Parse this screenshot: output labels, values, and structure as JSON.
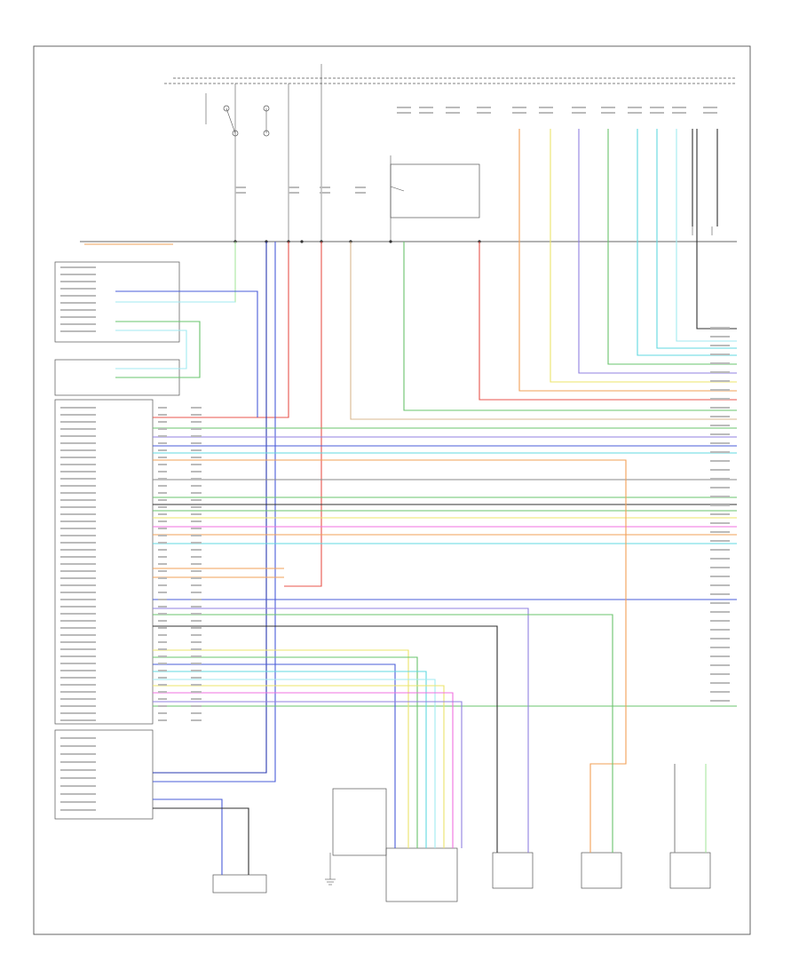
{
  "footer_code": "",
  "colors": {
    "red": "#e8544c",
    "orange": "#f2a057",
    "yellow": "#ece46a",
    "green": "#6ac46c",
    "light_green": "#a8e8a0",
    "blue": "#4a5cd8",
    "dark_blue": "#2a3ab0",
    "violet": "#9080e0",
    "pink": "#f070e0",
    "cyan": "#60d8e0",
    "light_cyan": "#a0eaf0",
    "tan": "#d8b890",
    "gray": "#8a8a8a",
    "dark": "#303030"
  },
  "icons": [
    "ground-symbol",
    "fuse-symbol",
    "connector-symbol"
  ]
}
